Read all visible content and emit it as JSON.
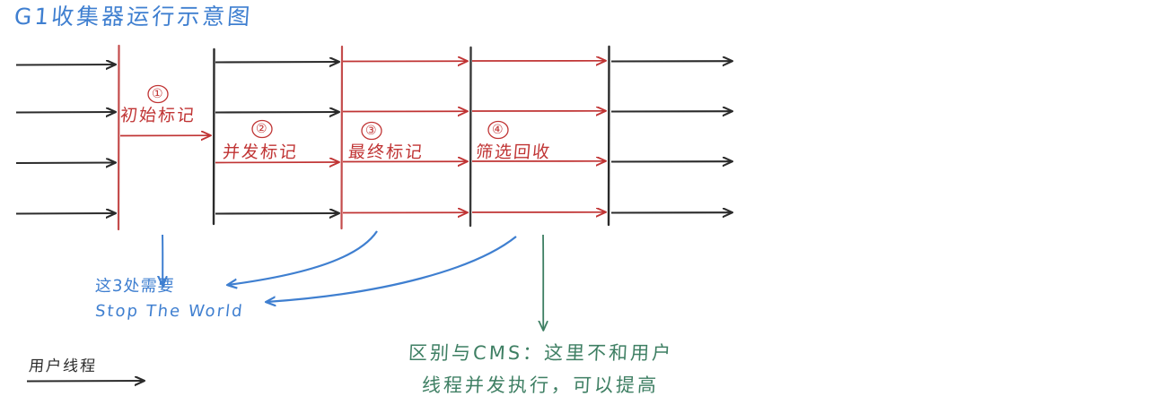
{
  "title": "G1收集器运行示意图",
  "diagram": {
    "phases": [
      {
        "num": "①",
        "label": "初始标记",
        "stw": true
      },
      {
        "num": "②",
        "label": "并发标记",
        "stw": false
      },
      {
        "num": "③",
        "label": "最终标记",
        "stw": true
      },
      {
        "num": "④",
        "label": "筛选回收",
        "stw": true
      }
    ],
    "thread_lane_count": 4,
    "annotations": {
      "stw_note_line1": "这3处需要",
      "stw_note_line2": "Stop The World",
      "cms_note_line1": "区别与CMS：这里不和用户",
      "cms_note_line2": "线程并发执行，可以提高"
    },
    "legend": {
      "label": "用户线程"
    }
  },
  "colors": {
    "blue": "#3f7fd0",
    "red": "#c03434",
    "green": "#3e7f63",
    "black": "#2b2b2b"
  }
}
